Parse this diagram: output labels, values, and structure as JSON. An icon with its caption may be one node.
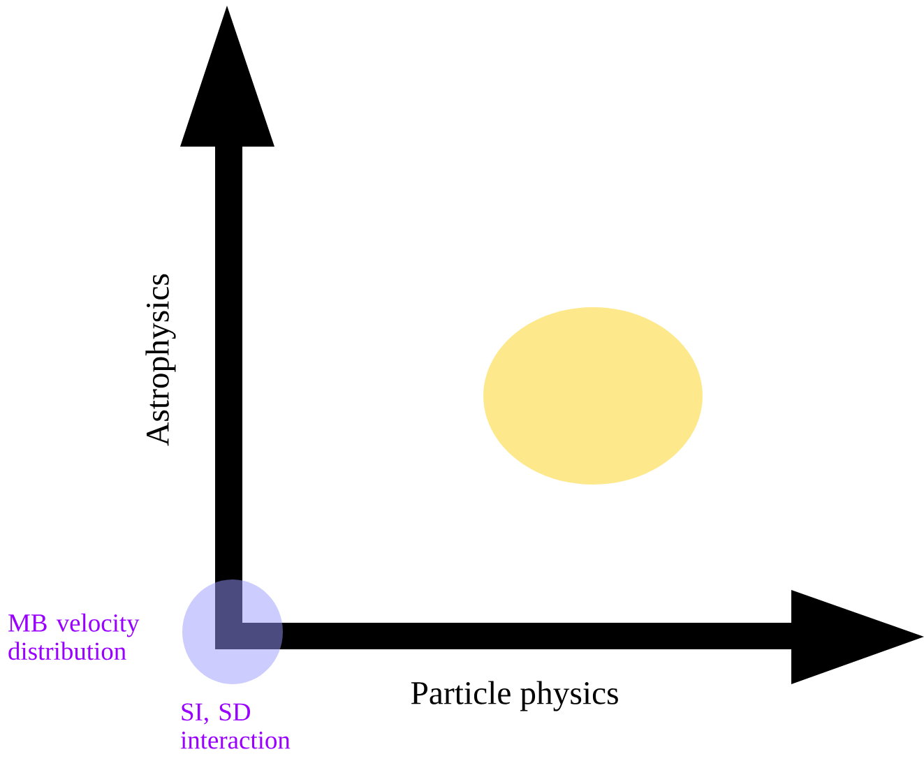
{
  "diagram": {
    "nodes": [
      {
        "text": [],
        "shape": "circle",
        "beside": [
          "MB velocity distribution",
          "SI, SD interaction"
        ]
      },
      {
        "text": [],
        "shape": "circle"
      }
    ],
    "labels": [
      "Astrophysics",
      "Particle physics"
    ]
  }
}
